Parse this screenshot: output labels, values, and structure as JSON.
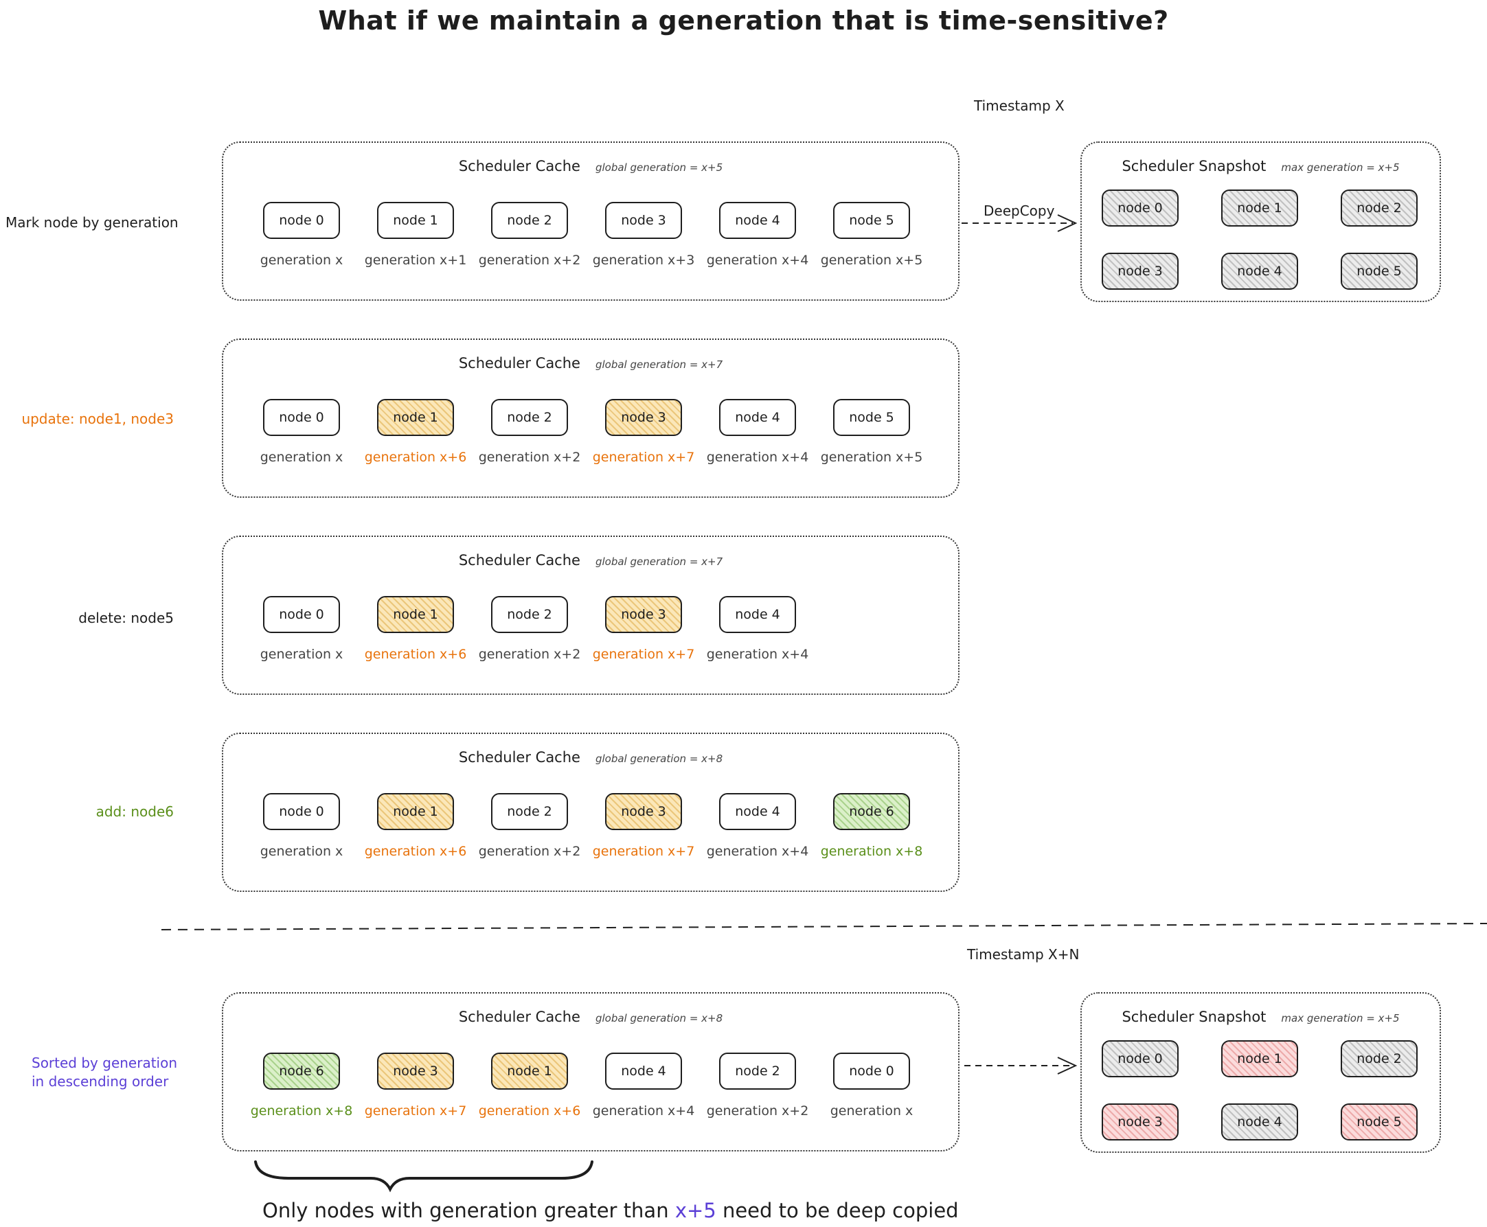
{
  "title": "What if we maintain a generation that is time-sensitive?",
  "colors": {
    "updated": "#e8730c",
    "added": "#5a8f1a",
    "sorted": "#5b3fd6",
    "stale_snapshot_node": "#fbdcdc"
  },
  "timestamps": {
    "top": "Timestamp X",
    "bottom": "Timestamp X+N"
  },
  "deepcopy_label": "DeepCopy",
  "rows": [
    {
      "label": "Mark node by generation",
      "label_color": "default",
      "cache_title": "Scheduler Cache",
      "cache_generation": "global generation = x+5",
      "nodes": [
        {
          "name": "node 0",
          "gen": "generation x",
          "state": "plain"
        },
        {
          "name": "node 1",
          "gen": "generation x+1",
          "state": "plain"
        },
        {
          "name": "node 2",
          "gen": "generation x+2",
          "state": "plain"
        },
        {
          "name": "node 3",
          "gen": "generation x+3",
          "state": "plain"
        },
        {
          "name": "node 4",
          "gen": "generation x+4",
          "state": "plain"
        },
        {
          "name": "node 5",
          "gen": "generation x+5",
          "state": "plain"
        }
      ]
    },
    {
      "label": "update: node1, node3",
      "label_color": "updated",
      "cache_title": "Scheduler Cache",
      "cache_generation": "global generation = x+7",
      "nodes": [
        {
          "name": "node 0",
          "gen": "generation x",
          "state": "plain"
        },
        {
          "name": "node 1",
          "gen": "generation x+6",
          "state": "updated"
        },
        {
          "name": "node 2",
          "gen": "generation x+2",
          "state": "plain"
        },
        {
          "name": "node 3",
          "gen": "generation x+7",
          "state": "updated"
        },
        {
          "name": "node 4",
          "gen": "generation x+4",
          "state": "plain"
        },
        {
          "name": "node 5",
          "gen": "generation x+5",
          "state": "plain"
        }
      ]
    },
    {
      "label": "delete: node5",
      "label_color": "default",
      "cache_title": "Scheduler Cache",
      "cache_generation": "global generation = x+7",
      "nodes": [
        {
          "name": "node 0",
          "gen": "generation x",
          "state": "plain"
        },
        {
          "name": "node 1",
          "gen": "generation x+6",
          "state": "updated"
        },
        {
          "name": "node 2",
          "gen": "generation x+2",
          "state": "plain"
        },
        {
          "name": "node 3",
          "gen": "generation x+7",
          "state": "updated"
        },
        {
          "name": "node 4",
          "gen": "generation x+4",
          "state": "plain"
        }
      ]
    },
    {
      "label": "add: node6",
      "label_color": "added",
      "cache_title": "Scheduler Cache",
      "cache_generation": "global generation = x+8",
      "nodes": [
        {
          "name": "node 0",
          "gen": "generation x",
          "state": "plain"
        },
        {
          "name": "node 1",
          "gen": "generation x+6",
          "state": "updated"
        },
        {
          "name": "node 2",
          "gen": "generation x+2",
          "state": "plain"
        },
        {
          "name": "node 3",
          "gen": "generation x+7",
          "state": "updated"
        },
        {
          "name": "node 4",
          "gen": "generation x+4",
          "state": "plain"
        },
        {
          "name": "node 6",
          "gen": "generation x+8",
          "state": "added"
        }
      ]
    },
    {
      "label": "Sorted by generation\nin descending order",
      "label_color": "sorted",
      "cache_title": "Scheduler Cache",
      "cache_generation": "global generation = x+8",
      "nodes": [
        {
          "name": "node 6",
          "gen": "generation x+8",
          "state": "added"
        },
        {
          "name": "node 3",
          "gen": "generation x+7",
          "state": "updated"
        },
        {
          "name": "node 1",
          "gen": "generation x+6",
          "state": "updated"
        },
        {
          "name": "node 4",
          "gen": "generation x+4",
          "state": "plain"
        },
        {
          "name": "node 2",
          "gen": "generation x+2",
          "state": "plain"
        },
        {
          "name": "node 0",
          "gen": "generation x",
          "state": "plain"
        }
      ]
    }
  ],
  "snapshots": [
    {
      "title": "Scheduler Snapshot",
      "generation": "max generation = x+5",
      "nodes": [
        {
          "name": "node 0",
          "state": "grey"
        },
        {
          "name": "node 1",
          "state": "grey"
        },
        {
          "name": "node 2",
          "state": "grey"
        },
        {
          "name": "node 3",
          "state": "grey"
        },
        {
          "name": "node 4",
          "state": "grey"
        },
        {
          "name": "node 5",
          "state": "grey"
        }
      ]
    },
    {
      "title": "Scheduler Snapshot",
      "generation": "max generation = x+5",
      "nodes": [
        {
          "name": "node 0",
          "state": "grey"
        },
        {
          "name": "node 1",
          "state": "red"
        },
        {
          "name": "node 2",
          "state": "grey"
        },
        {
          "name": "node 3",
          "state": "red"
        },
        {
          "name": "node 4",
          "state": "grey"
        },
        {
          "name": "node 5",
          "state": "red"
        }
      ]
    }
  ],
  "footnote": {
    "prefix": "Only nodes with generation greater than",
    "highlight": "x+5",
    "suffix": "need to be deep copied"
  }
}
